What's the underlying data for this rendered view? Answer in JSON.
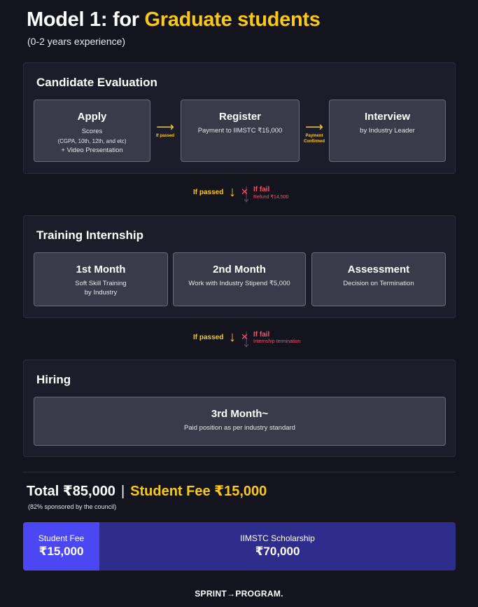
{
  "header": {
    "title_prefix": "Model 1: for ",
    "title_accent": "Graduate students",
    "subtitle": "(0-2 years experience)"
  },
  "colors": {
    "accent": "#f9c914",
    "fail": "#ff4d6d",
    "fee_bar": "#4b47f2",
    "scholarship_bar": "#2f2d8c"
  },
  "evaluation": {
    "title": "Candidate Evaluation",
    "apply": {
      "title": "Apply",
      "sub1": "Scores",
      "sub2": "(CGPA, 10th, 12th, and etc)",
      "sub3": "+ Video Presentation"
    },
    "arrow1": "If passed",
    "register": {
      "title": "Register",
      "sub": "Payment to IIMSTC ₹15,000"
    },
    "arrow2a": "Payment",
    "arrow2b": "Confirmed",
    "interview": {
      "title": "Interview",
      "sub": "by Industry Leader"
    }
  },
  "flow1": {
    "pass": "If passed",
    "fail": "If fail",
    "fail_sub": "Refund ₹14,500"
  },
  "training": {
    "title": "Training Internship",
    "m1": {
      "title": "1st Month",
      "sub1": "Soft Skill Training",
      "sub2": "by Industry"
    },
    "m2": {
      "title": "2nd Month",
      "sub": "Work with Industry Stipend ₹5,000"
    },
    "assess": {
      "title": "Assessment",
      "sub": "Decision on Termination"
    }
  },
  "flow2": {
    "pass": "If passed",
    "fail": "If fail",
    "fail_sub": "Internship termination"
  },
  "hiring": {
    "title": "Hiring",
    "m3": {
      "title": "3rd Month~",
      "sub": "Paid position as per industry standard"
    }
  },
  "cost": {
    "total": "Total ₹85,000",
    "separator": "|",
    "student_fee": "Student Fee ₹15,000",
    "sponsor_note": "(82% sponsored by the council)",
    "bar": [
      {
        "label": "Student Fee",
        "value": "₹15,000",
        "amount": 15000
      },
      {
        "label": "IIMSTC Scholarship",
        "value": "₹70,000",
        "amount": 70000
      }
    ]
  },
  "footer": {
    "left": "SPRINT",
    "arrow": "→",
    "right": "PROGRAM."
  }
}
